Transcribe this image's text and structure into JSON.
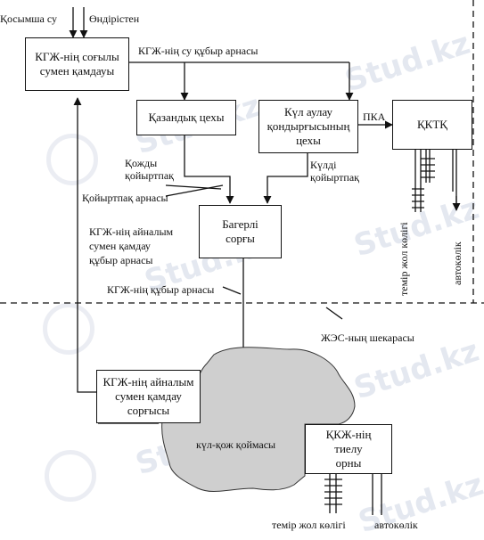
{
  "inputs": {
    "extra_water": "Қосымша су",
    "from_production": "Өндірістен"
  },
  "boxes": {
    "water_supply": "КГЖ-нің соғылы\nсумен қамдауы",
    "boiler_shop": "Қазандық цехы",
    "ash_removal_shop": "Күл аулау\nқондырғысының\nцехы",
    "kktk": "ҚКТҚ",
    "bager_pump": "Багерлі\nсорғы",
    "circulating_pump": "КГЖ-нің айналым\nсумен қамдау\nсорғысы",
    "unloading": "ҚКЖ-нің\nтиелу\nорны"
  },
  "labels": {
    "water_pipeline_top": "КГЖ-нің су құбыр арнасы",
    "pka": "ПКА",
    "slag_thickener": "Қожды\nқойыртпақ",
    "ash_thickener": "Күлді\nқойыртпақ",
    "thickener_pipeline": "Қойыртпақ арнасы",
    "circulating_pipeline": "КГЖ-нің айналым\nсумен қамдау\nқұбыр арнасы",
    "pipeline_mid": "КГЖ-нің құбыр арнасы",
    "boundary": "ЖЭС-ның шекарасы",
    "ash_pond": "күл-қож қоймасы",
    "rail_top": "теміp жол көлігі",
    "auto_top": "автокөлік",
    "rail_bottom": "теміp жол көлігі",
    "auto_bottom": "автокөлік"
  },
  "watermark": {
    "text": "Stud.kz"
  },
  "colors": {
    "line": "#111111",
    "pond_fill": "#cfcfcf",
    "watermark": "#5a6ea0"
  }
}
